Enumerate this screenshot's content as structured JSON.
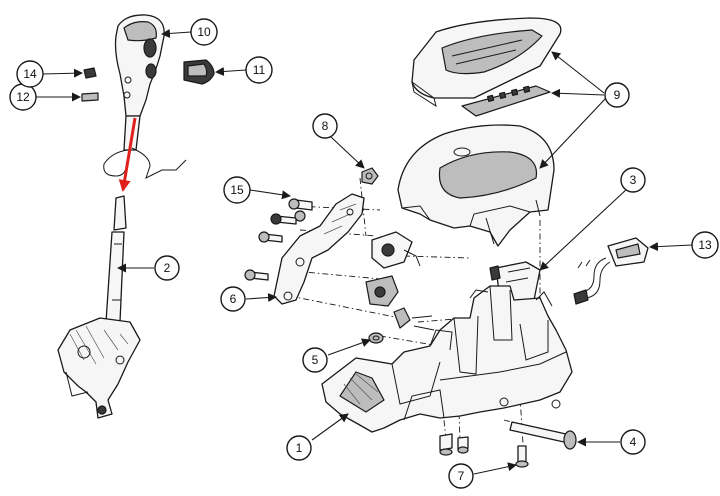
{
  "diagram": {
    "callouts": [
      "1",
      "2",
      "3",
      "4",
      "5",
      "6",
      "7",
      "8",
      "9",
      "10",
      "11",
      "12",
      "13",
      "14",
      "15"
    ],
    "colors": {
      "line": "#1a1a1a",
      "part_fill": "#f6f6f6",
      "shade": "#bdbdbd",
      "dark": "#3a3a3a",
      "indicator_arrow": "#e0201a"
    }
  }
}
